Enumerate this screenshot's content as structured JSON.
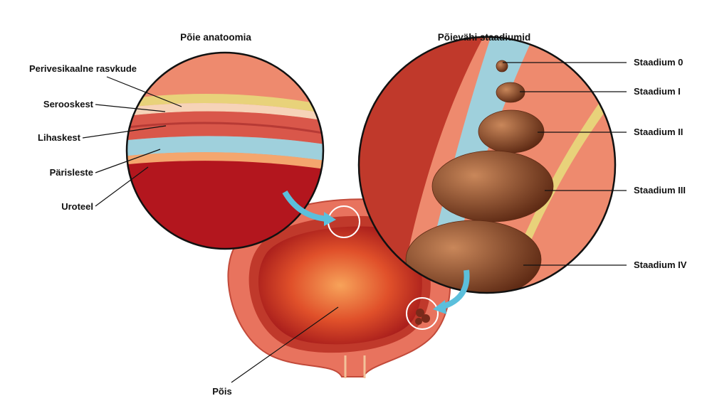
{
  "titles": {
    "anatomy": "Põie anatoomia",
    "stages": "Põievähi staadiumid"
  },
  "anatomy_labels": [
    "Perivesikaalne rasvkude",
    "Serooskest",
    "Lihaskest",
    "Pärisleste",
    "Uroteel"
  ],
  "stage_labels": [
    "Staadium 0",
    "Staadium I",
    "Staadium II",
    "Staadium III",
    "Staadium IV"
  ],
  "bladder_label": "Põis",
  "colors": {
    "muscle": "#e8735e",
    "lumen": "#b3161e",
    "mucosa": "#9fd0dc",
    "fat": "#e8d27a",
    "tumor": "#8a4a2a",
    "arrow": "#5bbfdc"
  }
}
